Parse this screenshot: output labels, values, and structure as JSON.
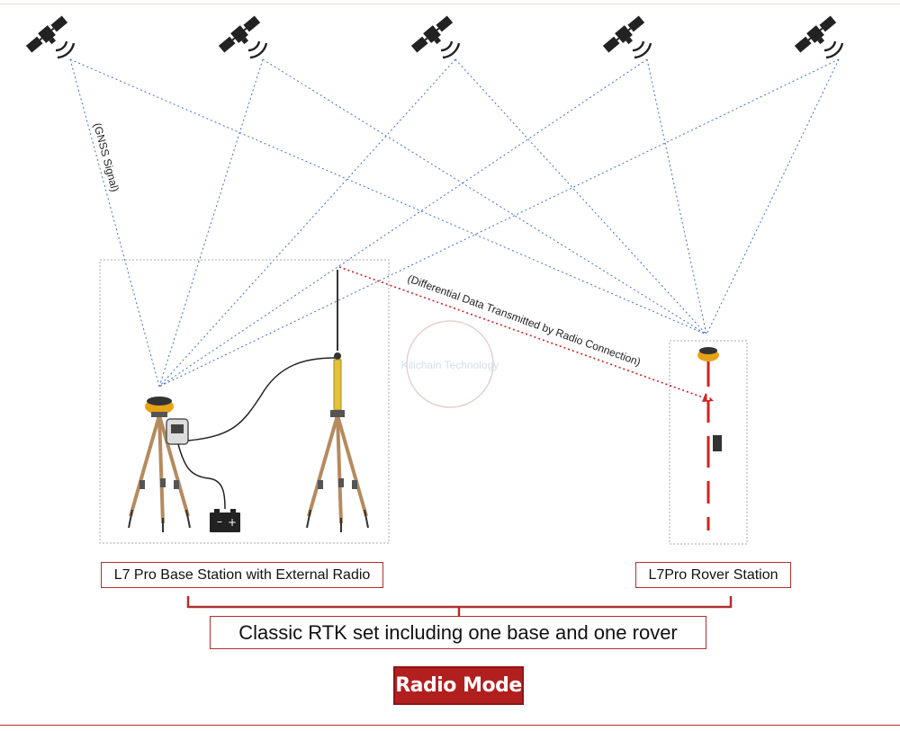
{
  "labels": {
    "gnss_signal": "(GNSS Signal)",
    "differential_data": "(Differential Data Transmitted by Radio Connection)",
    "watermark": "Kilichain Technology",
    "base_station": "L7 Pro Base Station with External Radio",
    "rover_station": "L7Pro Rover Station",
    "rtk_set": "Classic RTK set including one base and one rover",
    "mode": "Radio Mode"
  },
  "colors": {
    "signal_line": "#3f6fd0",
    "radio_link": "#d42020",
    "accent": "#b21f1f",
    "tripod": "#b58a5e",
    "receiver": "#e6a317"
  },
  "icons": [
    "satellite-icon",
    "battery-icon",
    "gnss-receiver-icon",
    "radio-antenna-icon",
    "tripod-icon",
    "rover-pole-icon"
  ]
}
